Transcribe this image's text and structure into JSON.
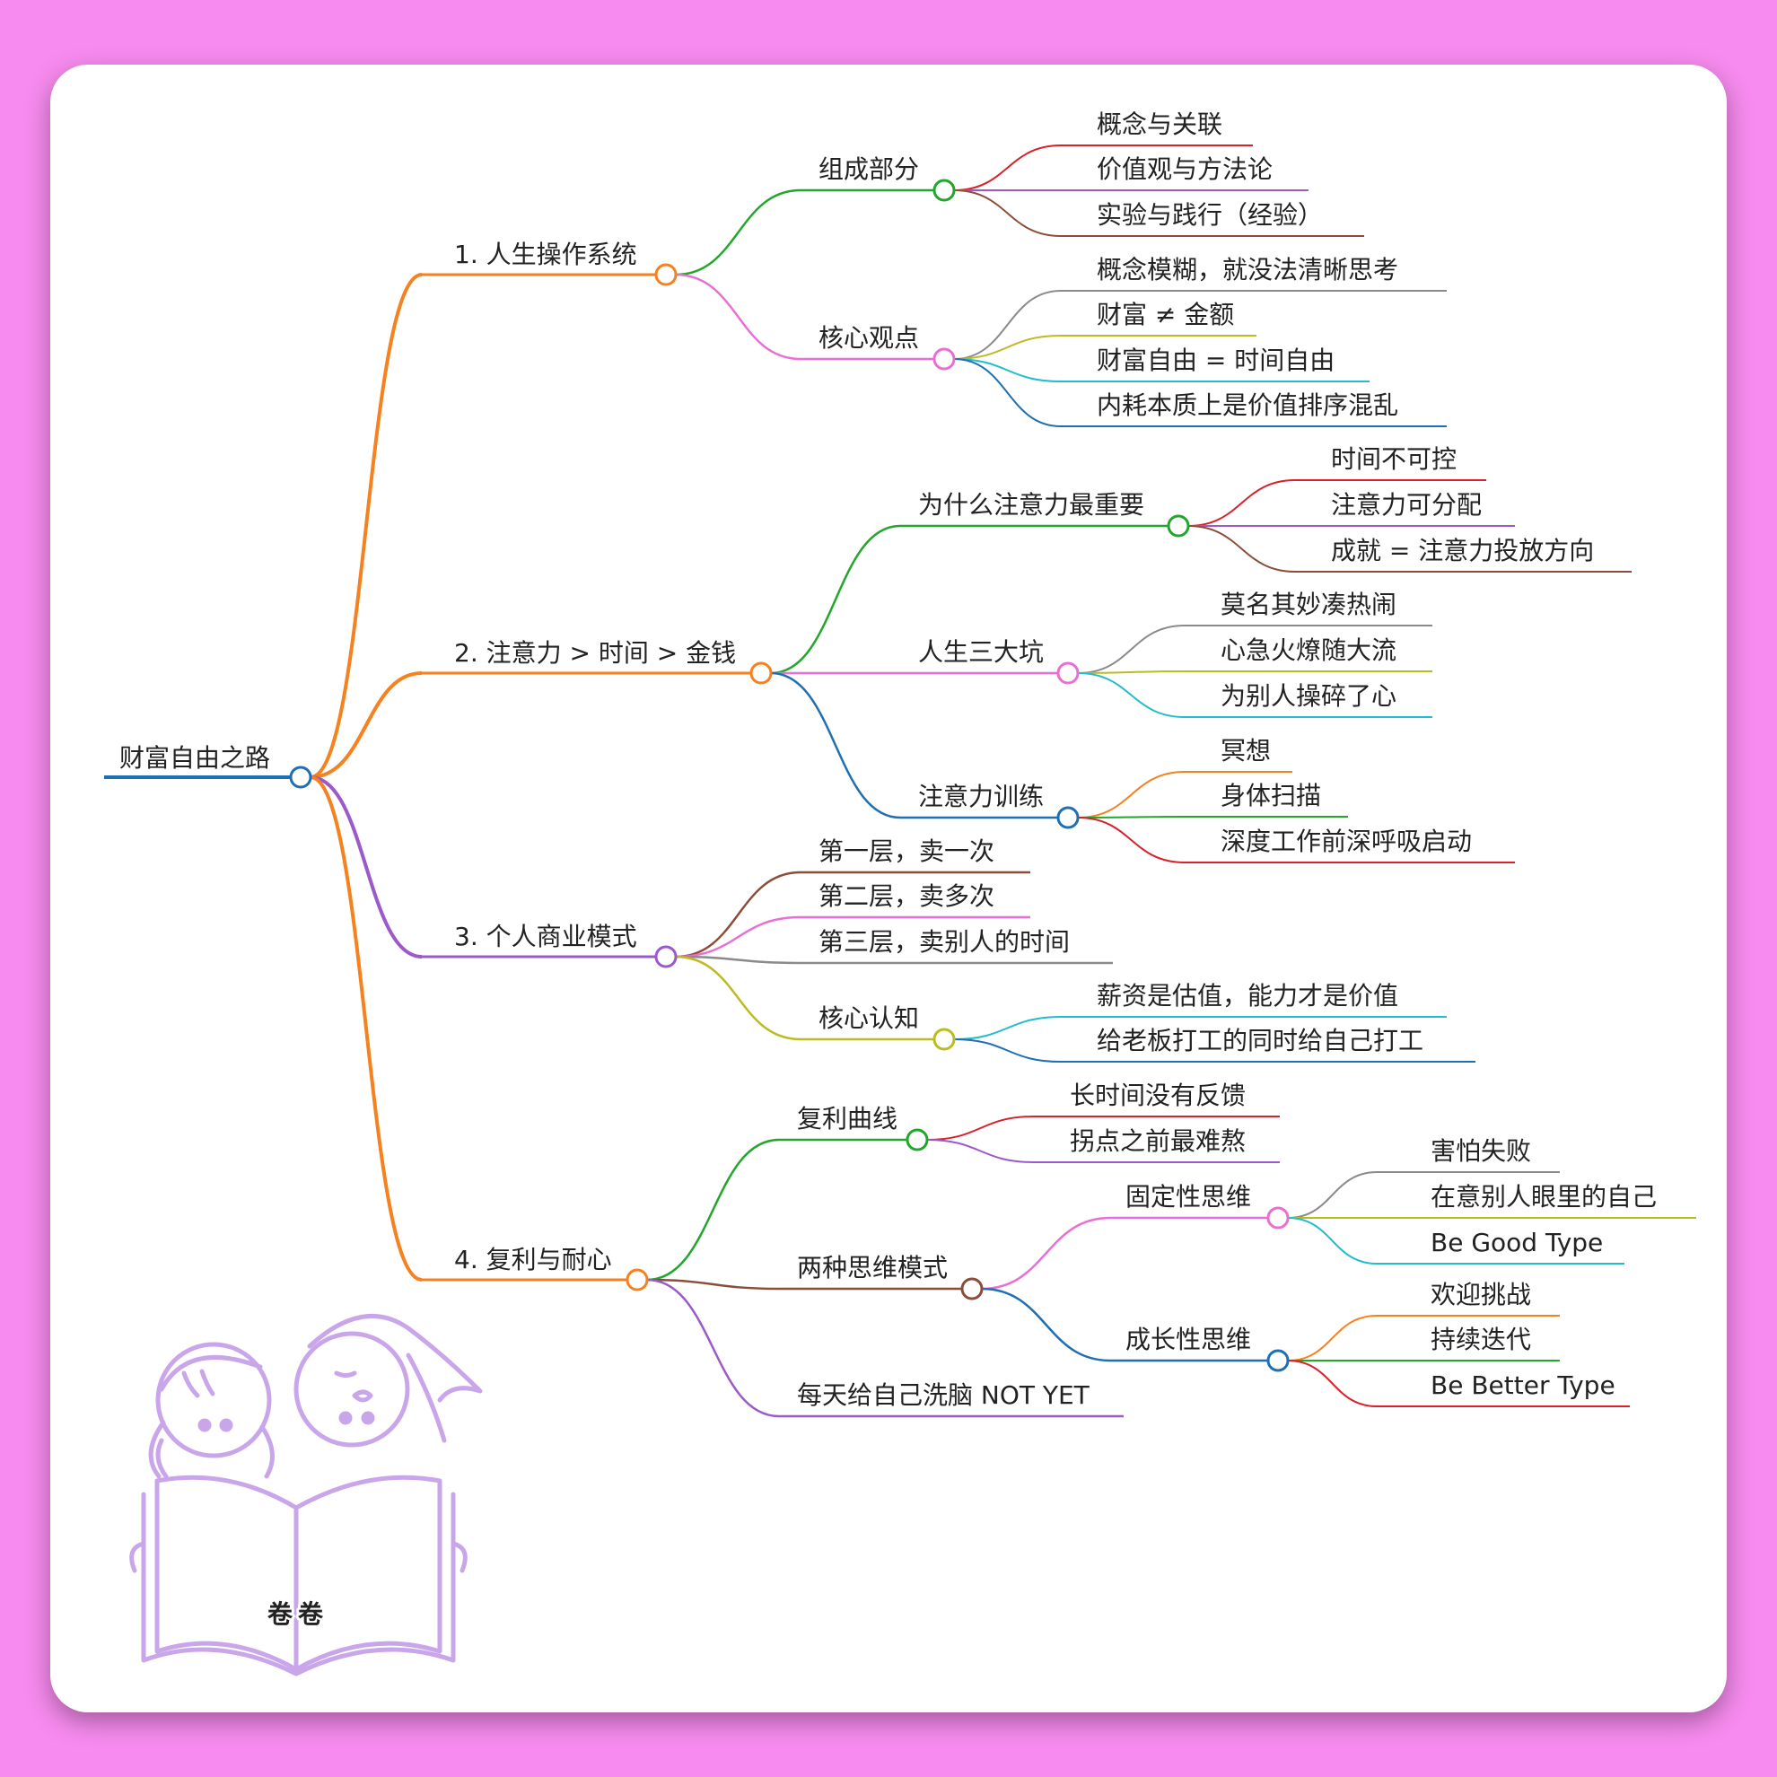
{
  "colors": {
    "background": "#f78bef",
    "card": "#ffffff",
    "text": "#222222",
    "orange": "#f5811f",
    "green": "#22a62c",
    "pink": "#e86fd4",
    "red": "#d8212a",
    "purple": "#9b59c9",
    "brown": "#8b4d3a",
    "gray": "#8a8a8a",
    "olive": "#bcbc22",
    "cyan": "#22bccf",
    "blue": "#1f6fb4",
    "mascot": "#c9a6ea"
  },
  "root": {
    "label": "财富自由之路",
    "icon": "open-circle-node"
  },
  "branches": [
    {
      "label": "1. 人生操作系统",
      "children": [
        {
          "label": "组成部分",
          "children": [
            "概念与关联",
            "价值观与方法论",
            "实验与践行（经验）"
          ]
        },
        {
          "label": "核心观点",
          "children": [
            "概念模糊，就没法清晰思考",
            "财富 ≠ 金额",
            "财富自由 = 时间自由",
            "内耗本质上是价值排序混乱"
          ]
        }
      ]
    },
    {
      "label": "2. 注意力 > 时间 > 金钱",
      "children": [
        {
          "label": "为什么注意力最重要",
          "children": [
            "时间不可控",
            "注意力可分配",
            "成就 = 注意力投放方向"
          ]
        },
        {
          "label": "人生三大坑",
          "children": [
            "莫名其妙凑热闹",
            "心急火燎随大流",
            "为别人操碎了心"
          ]
        },
        {
          "label": "注意力训练",
          "children": [
            "冥想",
            "身体扫描",
            "深度工作前深呼吸启动"
          ]
        }
      ]
    },
    {
      "label": "3. 个人商业模式",
      "children": [
        {
          "label": "第一层，卖一次",
          "children": []
        },
        {
          "label": "第二层，卖多次",
          "children": []
        },
        {
          "label": "第三层，卖别人的时间",
          "children": []
        },
        {
          "label": "核心认知",
          "children": [
            "薪资是估值，能力才是价值",
            "给老板打工的同时给自己打工"
          ]
        }
      ]
    },
    {
      "label": "4. 复利与耐心",
      "children": [
        {
          "label": "复利曲线",
          "children": [
            "长时间没有反馈",
            "拐点之前最难熬"
          ]
        },
        {
          "label": "两种思维模式",
          "children": [
            {
              "label": "固定性思维",
              "children": [
                "害怕失败",
                "在意别人眼里的自己",
                "Be Good Type"
              ]
            },
            {
              "label": "成长性思维",
              "children": [
                "欢迎挑战",
                "持续迭代",
                "Be Better Type"
              ]
            }
          ]
        },
        {
          "label": "每天给自己洗脑 NOT YET",
          "children": []
        }
      ]
    }
  ],
  "mascot": {
    "text": "卷卷",
    "icon": "two-kids-reading-book-illustration"
  }
}
